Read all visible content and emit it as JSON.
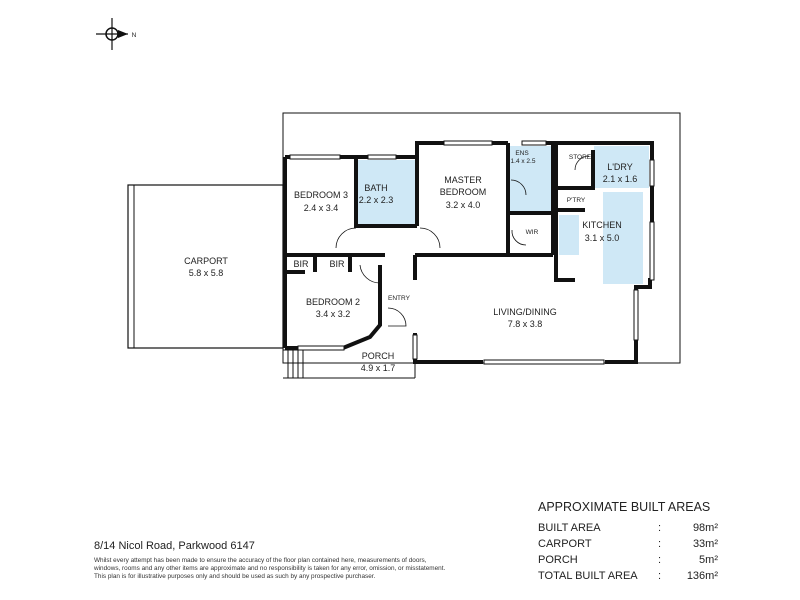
{
  "compass": {
    "label": "N",
    "icon": "compass-icon"
  },
  "rooms": {
    "carport": {
      "name": "CARPORT",
      "size": "5.8 x 5.8"
    },
    "bedroom3": {
      "name": "BEDROOM 3",
      "size": "2.4 x 3.4"
    },
    "bath": {
      "name": "BATH",
      "size": "2.2 x 2.3"
    },
    "master": {
      "name1": "MASTER",
      "name2": "BEDROOM",
      "size": "3.2 x 4.0"
    },
    "ens": {
      "name": "ENS",
      "size": "1.4 x 2.5"
    },
    "store": {
      "name": "STORE"
    },
    "ldry": {
      "name": "L'DRY",
      "size": "2.1 x 1.6"
    },
    "ptry": {
      "name": "P'TRY"
    },
    "wir": {
      "name": "WIR"
    },
    "kitchen": {
      "name": "KITCHEN",
      "size": "3.1 x 5.0"
    },
    "bir1": {
      "name": "BIR"
    },
    "bir2": {
      "name": "BIR"
    },
    "entry": {
      "name": "ENTRY"
    },
    "bedroom2": {
      "name": "BEDROOM 2",
      "size": "3.4 x 3.2"
    },
    "living": {
      "name": "LIVING/DINING",
      "size": "7.8 x 3.8"
    },
    "porch": {
      "name": "PORCH",
      "size": "4.9 x 1.7"
    }
  },
  "colors": {
    "wet_area": "#cfe8f6",
    "wall": "#111111"
  },
  "address": "8/14 Nicol Road, Parkwood 6147",
  "disclaimer": [
    "Whilst every attempt has been made to ensure the accuracy of the floor plan contained here, measurements of doors,",
    "windows, rooms and any other items are approximate and no responsibility is taken for any error, omission, or misstatement.",
    "This plan is for illustrative purposes only and should be used as such by any prospective purchaser."
  ],
  "areas": {
    "title": "APPROXIMATE BUILT AREAS",
    "rows": [
      {
        "label": "BUILT AREA",
        "sep": ":",
        "value": "98m²"
      },
      {
        "label": "CARPORT",
        "sep": ":",
        "value": "33m²"
      },
      {
        "label": "PORCH",
        "sep": ":",
        "value": "5m²"
      },
      {
        "label": "TOTAL BUILT AREA",
        "sep": ":",
        "value": "136m²"
      }
    ]
  }
}
